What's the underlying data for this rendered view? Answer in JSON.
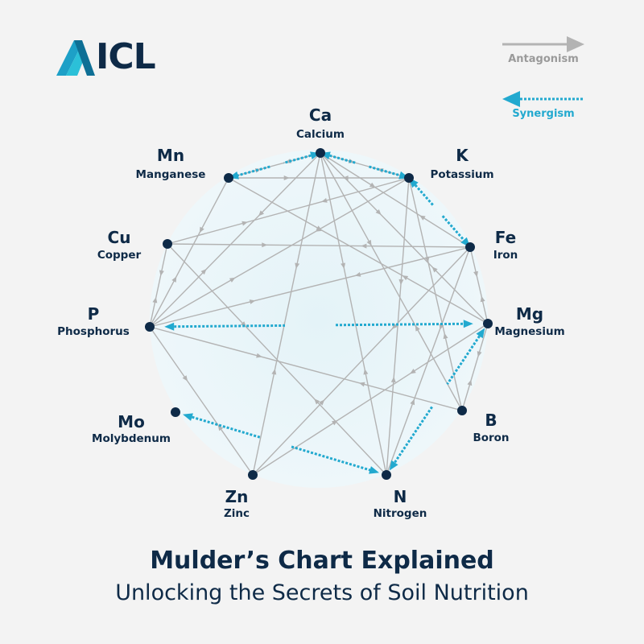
{
  "brand": {
    "name": "ICL",
    "color": "#0e2a47",
    "accent": "#22a9cf"
  },
  "legend": {
    "antagonism": {
      "label": "Antagonism",
      "color": "#b3b3b3"
    },
    "synergism": {
      "label": "Synergism",
      "color": "#22a9cf"
    }
  },
  "elements": {
    "Ca": {
      "symbol": "Ca",
      "name": "Calcium"
    },
    "K": {
      "symbol": "K",
      "name": "Potassium"
    },
    "Fe": {
      "symbol": "Fe",
      "name": "Iron"
    },
    "Mg": {
      "symbol": "Mg",
      "name": "Magnesium"
    },
    "B": {
      "symbol": "B",
      "name": "Boron"
    },
    "N": {
      "symbol": "N",
      "name": "Nitrogen"
    },
    "Zn": {
      "symbol": "Zn",
      "name": "Zinc"
    },
    "Mo": {
      "symbol": "Mo",
      "name": "Molybdenum"
    },
    "P": {
      "symbol": "P",
      "name": "Phosphorus"
    },
    "Cu": {
      "symbol": "Cu",
      "name": "Copper"
    },
    "Mn": {
      "symbol": "Mn",
      "name": "Manganese"
    }
  },
  "antagonism": [
    [
      "Ca",
      "K"
    ],
    [
      "Ca",
      "Mg"
    ],
    [
      "Ca",
      "B"
    ],
    [
      "Ca",
      "N"
    ],
    [
      "Ca",
      "Zn"
    ],
    [
      "Ca",
      "P"
    ],
    [
      "Ca",
      "Mn"
    ],
    [
      "Ca",
      "Fe"
    ],
    [
      "K",
      "Mn"
    ],
    [
      "K",
      "Cu"
    ],
    [
      "K",
      "P"
    ],
    [
      "K",
      "B"
    ],
    [
      "K",
      "N"
    ],
    [
      "Fe",
      "Cu"
    ],
    [
      "Fe",
      "P"
    ],
    [
      "Fe",
      "Zn"
    ],
    [
      "Fe",
      "Mg"
    ],
    [
      "Fe",
      "N"
    ],
    [
      "Mn",
      "Mg"
    ],
    [
      "Mn",
      "P"
    ],
    [
      "Cu",
      "P"
    ],
    [
      "Cu",
      "N"
    ],
    [
      "P",
      "Zn"
    ],
    [
      "P",
      "B"
    ],
    [
      "Zn",
      "Mg"
    ],
    [
      "Mg",
      "B"
    ]
  ],
  "synergism": [
    [
      "K",
      "Fe"
    ],
    [
      "Mg",
      "N"
    ],
    [
      "Mo",
      "N"
    ],
    [
      "P",
      "Mg"
    ],
    [
      "Ca",
      "Mn"
    ],
    [
      "Ca",
      "K"
    ]
  ],
  "title": "Mulder’s Chart Explained",
  "subtitle": "Unlocking the Secrets of Soil Nutrition"
}
